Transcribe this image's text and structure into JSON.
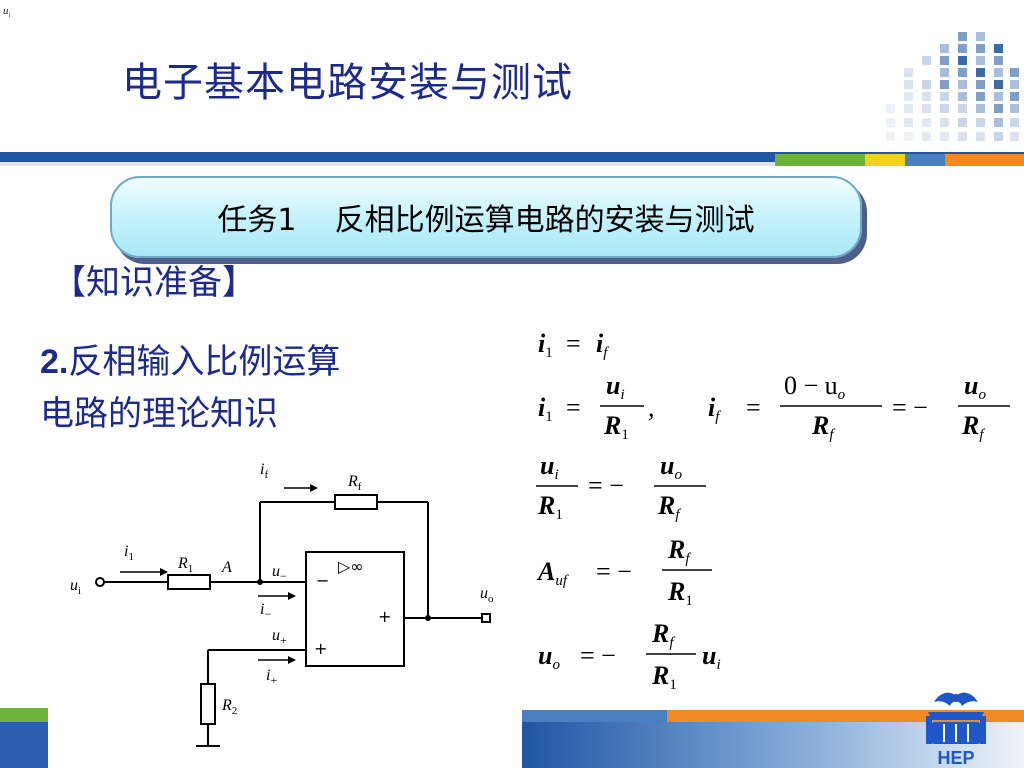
{
  "corner_mark": "u",
  "corner_mark_sub": "i",
  "title": "电子基本电路安装与测试",
  "task_banner": {
    "label": "任务1",
    "title": "反相比例运算电路的安装与测试"
  },
  "section_tag": "【知识准备】",
  "subsection": {
    "number": "2.",
    "title_line1": "反相输入比例运算",
    "title_line2": "电路的理论知识"
  },
  "circuit_labels": {
    "i_f": "i",
    "i_f_sub": "f",
    "R_f": "R",
    "R_f_sub": "f",
    "i_1": "i",
    "i_1_sub": "1",
    "R_1": "R",
    "R_1_sub": "1",
    "node_A": "A",
    "u_minus": "u",
    "u_minus_sub": "−",
    "u_i": "u",
    "u_i_sub": "i",
    "i_minus": "i",
    "i_minus_sub": "−",
    "u_plus": "u",
    "u_plus_sub": "+",
    "i_plus": "i",
    "i_plus_sub": "+",
    "R_2": "R",
    "R_2_sub": "2",
    "u_o": "u",
    "u_o_sub": "o",
    "opamp_symbol": "▷∞",
    "opamp_minus": "−",
    "opamp_plus_in": "+",
    "opamp_plus_out": "+"
  },
  "formulas": {
    "eq1": {
      "lhs": "i",
      "lhs_sub": "1",
      "rel": "=",
      "rhs": "i",
      "rhs_sub": "f"
    },
    "eq2": {
      "lhs": "i",
      "lhs_sub": "1",
      "rel": "=",
      "frac1_num": "u",
      "frac1_num_sub": "i",
      "frac1_den": "R",
      "frac1_den_sub": "1",
      "comma": ",",
      "mid": "i",
      "mid_sub": "f",
      "rel2": "=",
      "frac2_num": "0 − u",
      "frac2_num_sub": "o",
      "frac2_den": "R",
      "frac2_den_sub": "f",
      "rel3": "= −",
      "frac3_num": "u",
      "frac3_num_sub": "o",
      "frac3_den": "R",
      "frac3_den_sub": "f"
    },
    "eq3": {
      "frac1_num": "u",
      "frac1_num_sub": "i",
      "frac1_den": "R",
      "frac1_den_sub": "1",
      "rel": "= −",
      "frac2_num": "u",
      "frac2_num_sub": "o",
      "frac2_den": "R",
      "frac2_den_sub": "f"
    },
    "eq4": {
      "lhs": "A",
      "lhs_sub": "uf",
      "rel": "= −",
      "frac_num": "R",
      "frac_num_sub": "f",
      "frac_den": "R",
      "frac_den_sub": "1"
    },
    "eq5": {
      "lhs": "u",
      "lhs_sub": "o",
      "rel": "= −",
      "frac_num": "R",
      "frac_num_sub": "f",
      "frac_den": "R",
      "frac_den_sub": "1",
      "tail": "u",
      "tail_sub": "i"
    }
  },
  "logo_text": "HEP",
  "colors": {
    "title_blue": "#1c2a8e",
    "band_blue": "#1f56a4",
    "band_green": "#6bb33a",
    "band_yellow": "#f5d118",
    "band_orange": "#ef8a25",
    "banner_fill": "#c6f2fb",
    "logo_blue": "#1f56c8"
  }
}
